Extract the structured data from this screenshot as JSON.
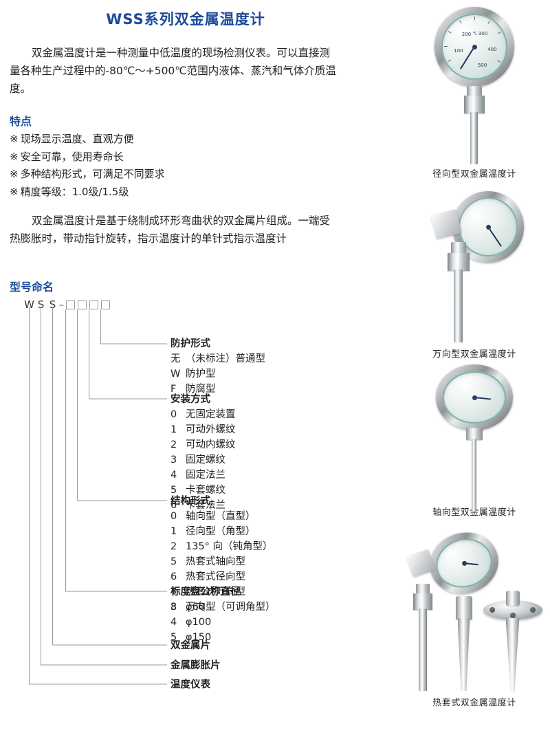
{
  "document": {
    "title": "WSS系列双金属温度计",
    "title_color": "#1b4a9c",
    "intro": "双金属温度计是一种测量中低温度的现场检测仪表。可以直接测量各种生产过程中的-80℃～+500℃范围内液体、蒸汽和气体介质温度。",
    "principle": "双金属温度计是基于绕制成环形弯曲状的双金属片组成。一端受热膨胀时，带动指针旋转，指示温度计的单针式指示温度计"
  },
  "features": {
    "heading": "特点",
    "bullet": "※",
    "items": [
      "现场显示温度、直观方便",
      "安全可靠，使用寿命长",
      "多种结构形式，可满足不同要求",
      "精度等级：1.0级/1.5级"
    ]
  },
  "naming": {
    "heading": "型号命名",
    "code_letters": [
      "W",
      "S",
      "S"
    ],
    "dash": "–",
    "code_boxes": 4,
    "groups": [
      {
        "title": "防护形式",
        "options": [
          {
            "code": "无",
            "text": "（未标注）普通型"
          },
          {
            "code": "W",
            "text": "防护型"
          },
          {
            "code": "F",
            "text": "防腐型"
          }
        ]
      },
      {
        "title": "安装方式",
        "options": [
          {
            "code": "0",
            "text": "无固定装置"
          },
          {
            "code": "1",
            "text": "可动外螺纹"
          },
          {
            "code": "2",
            "text": "可动内螺纹"
          },
          {
            "code": "3",
            "text": "固定螺纹"
          },
          {
            "code": "4",
            "text": "固定法兰"
          },
          {
            "code": "5",
            "text": "卡套螺纹"
          },
          {
            "code": "6",
            "text": "卡套法兰"
          }
        ]
      },
      {
        "title": "结构形式",
        "options": [
          {
            "code": "0",
            "text": "轴向型（直型）"
          },
          {
            "code": "1",
            "text": "径向型（角型）"
          },
          {
            "code": "2",
            "text": "135° 向（钝角型）"
          },
          {
            "code": "5",
            "text": "热套式轴向型"
          },
          {
            "code": "6",
            "text": "热套式径向型"
          },
          {
            "code": "7",
            "text": "热套式万向型"
          },
          {
            "code": "8",
            "text": "万向型（可调角型）"
          }
        ]
      },
      {
        "title": "标度盘公称直径",
        "options": [
          {
            "code": "3",
            "text": "φ60"
          },
          {
            "code": "4",
            "text": "φ100"
          },
          {
            "code": "5",
            "text": "φ150"
          }
        ]
      },
      {
        "title": "双金属片",
        "options": []
      },
      {
        "title": "金属膨胀片",
        "options": []
      },
      {
        "title": "温度仪表",
        "options": []
      }
    ]
  },
  "products": [
    {
      "caption": "径向型双金属温度计",
      "dial_numbers": [
        "100",
        "200",
        "300",
        "400",
        "500"
      ],
      "dial_unit": "℃"
    },
    {
      "caption": "万向型双金属温度计"
    },
    {
      "caption": "轴向型双金属温度计"
    },
    {
      "caption": "热套式双金属温度计"
    }
  ]
}
